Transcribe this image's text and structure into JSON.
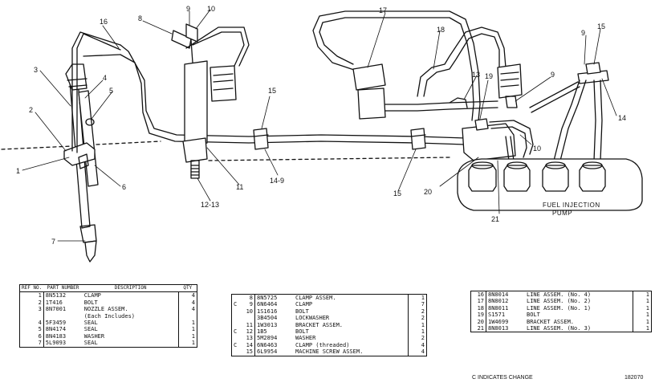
{
  "callouts": {
    "c1": "1",
    "c2": "2",
    "c3": "3",
    "c4": "4",
    "c5": "5",
    "c6": "6",
    "c7": "7",
    "c8": "8",
    "c9a": "9",
    "c10a": "10",
    "c11": "11",
    "c1213": "12-13",
    "c149": "14-9",
    "c15a": "15",
    "c16": "16",
    "c17": "17",
    "c18": "18",
    "c13": "13",
    "c19": "19",
    "c9b": "9",
    "c9c": "9",
    "c15b": "15",
    "c14": "14",
    "c10b": "10",
    "c15c": "15",
    "c20": "20",
    "c21": "21"
  },
  "pump_label": {
    "line1": "FUEL INJECTION",
    "line2": "PUMP"
  },
  "table1": {
    "headers": {
      "ref": "REF NO.",
      "part": "PART NUMBER",
      "desc": "DESCRIPTION",
      "qty": "QTY"
    },
    "rows": [
      {
        "chg": "",
        "no": "1",
        "part": "8N5132",
        "desc": "CLAMP",
        "qty": "4"
      },
      {
        "chg": "",
        "no": "2",
        "part": "1T416",
        "desc": "BOLT",
        "qty": "4"
      },
      {
        "chg": "",
        "no": "3",
        "part": "8N7001",
        "desc": "NOZZLE ASSEM.",
        "qty": "4"
      },
      {
        "chg": "",
        "no": "",
        "part": "",
        "desc": "(Each Includes)",
        "qty": ""
      },
      {
        "chg": "",
        "no": "4",
        "part": "5F3459",
        "desc": "SEAL",
        "qty": "1"
      },
      {
        "chg": "",
        "no": "5",
        "part": "8N4174",
        "desc": "SEAL",
        "qty": "1"
      },
      {
        "chg": "",
        "no": "6",
        "part": "8N4183",
        "desc": "WASHER",
        "qty": "1"
      },
      {
        "chg": "",
        "no": "7",
        "part": "5L9093",
        "desc": "SEAL",
        "qty": "1"
      }
    ]
  },
  "table2": {
    "rows": [
      {
        "chg": "",
        "no": "8",
        "part": "8N5725",
        "desc": "CLAMP ASSEM.",
        "qty": "1"
      },
      {
        "chg": "C",
        "no": "9",
        "part": "6N6464",
        "desc": "CLAMP",
        "qty": "7"
      },
      {
        "chg": "",
        "no": "10",
        "part": "1S1616",
        "desc": "BOLT",
        "qty": "2"
      },
      {
        "chg": "",
        "no": "",
        "part": "3B4504",
        "desc": "LOCKWASHER",
        "qty": "2"
      },
      {
        "chg": "",
        "no": "11",
        "part": "1W3013",
        "desc": "BRACKET ASSEM.",
        "qty": "1"
      },
      {
        "chg": "C",
        "no": "12",
        "part": "1B5",
        "desc": "BOLT",
        "qty": "1"
      },
      {
        "chg": "",
        "no": "13",
        "part": "5M2894",
        "desc": "WASHER",
        "qty": "2"
      },
      {
        "chg": "C",
        "no": "14",
        "part": "6N6463",
        "desc": "CLAMP (threaded)",
        "qty": "4"
      },
      {
        "chg": "",
        "no": "15",
        "part": "6L9954",
        "desc": "MACHINE SCREW ASSEM.",
        "qty": "4"
      }
    ]
  },
  "table3": {
    "rows": [
      {
        "chg": "",
        "no": "16",
        "part": "8N8014",
        "desc": "LINE ASSEM. (No. 4)",
        "qty": "1"
      },
      {
        "chg": "",
        "no": "17",
        "part": "8N8012",
        "desc": "LINE ASSEM. (No. 2)",
        "qty": "1"
      },
      {
        "chg": "",
        "no": "18",
        "part": "8N8011",
        "desc": "LINE ASSEM. (No. 1)",
        "qty": "1"
      },
      {
        "chg": "",
        "no": "19",
        "part": "S1571",
        "desc": "BOLT",
        "qty": "1"
      },
      {
        "chg": "",
        "no": "20",
        "part": "1W4699",
        "desc": "BRACKET ASSEM.",
        "qty": "1"
      },
      {
        "chg": "",
        "no": "21",
        "part": "8N8013",
        "desc": "LINE ASSEM. (No. 3)",
        "qty": "1"
      }
    ]
  },
  "footnote": "C INDICATES CHANGE",
  "figure_number": "182070"
}
